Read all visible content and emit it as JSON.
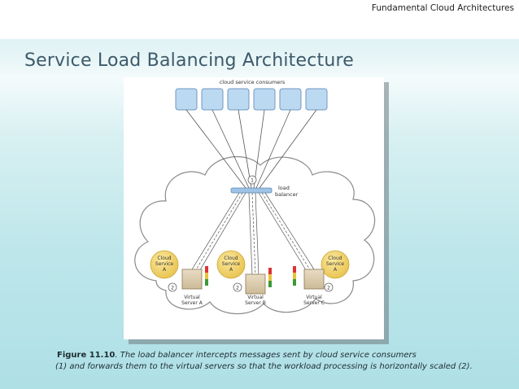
{
  "header": {
    "title": "Fundamental Cloud Architectures"
  },
  "slide": {
    "title": "Service Load Balancing Architecture"
  },
  "figure": {
    "consumers_label": "cloud service consumers",
    "consumer_count": 6,
    "load_balancer_label_line1": "load",
    "load_balancer_label_line2": "balancer",
    "marker_1": "1",
    "marker_2": "2",
    "services": [
      {
        "line1": "Cloud",
        "line2": "Service",
        "line3": "A"
      },
      {
        "line1": "Cloud",
        "line2": "Service",
        "line3": "A"
      },
      {
        "line1": "Cloud",
        "line2": "Service",
        "line3": "A"
      }
    ],
    "servers": [
      {
        "line1": "Virtual",
        "line2": "Server A"
      },
      {
        "line1": "Virtual",
        "line2": "Server B"
      },
      {
        "line1": "Virtual",
        "line2": "Server C"
      }
    ],
    "colors": {
      "consumer_fill": "#bcd9f2",
      "service_fill": "#f2d46a",
      "cloud_stroke": "#8a8a8a",
      "balancer_fill": "#9fc3e6"
    }
  },
  "caption": {
    "fig_label": "Figure 11.10",
    "text_line1": ". The load balancer intercepts messages sent by cloud service consumers",
    "text_line2": "(1) and forwards them to the virtual servers so that the workload processing is horizontally scaled (2)."
  }
}
